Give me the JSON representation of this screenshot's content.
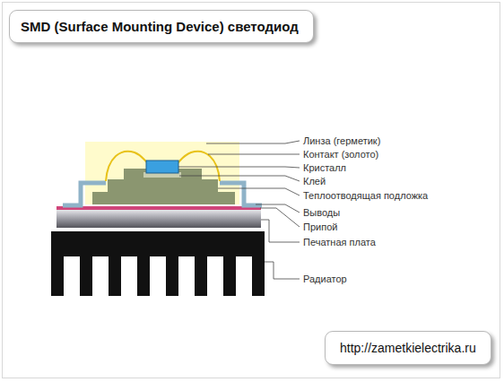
{
  "diagram": {
    "title": "SMD (Surface Mounting Device) светодиод",
    "labels": [
      "Линза (герметик)",
      "Контакт (золото)",
      "Кристалл",
      "Клей",
      "Теплоотводящая подложка",
      "Выводы",
      "Припой",
      "Печатная плата",
      "Радиатор",
      "http://zametkielectrika.ru"
    ]
  }
}
